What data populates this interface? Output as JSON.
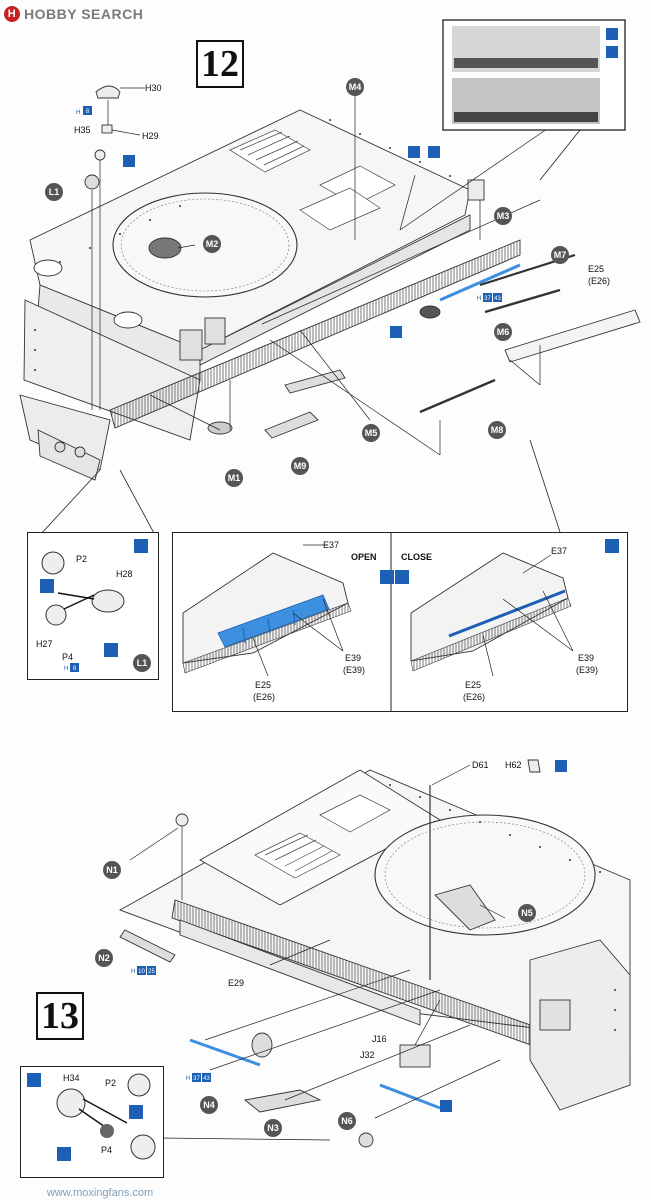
{
  "watermark": {
    "site": "HOBBY SEARCH",
    "bottom": "www.moxingfans.com"
  },
  "steps": {
    "s12": "12",
    "s13": "13"
  },
  "parts_step12": {
    "H30": "H30",
    "H35": "H35",
    "H29": "H29",
    "L1": "L1",
    "M2": "M2",
    "M4": "M4",
    "M3": "M3",
    "M7": "M7",
    "M6": "M6",
    "M5": "M5",
    "M1": "M1",
    "M9": "M9",
    "M8": "M8",
    "E25": "E25",
    "E26": "(E26)"
  },
  "inset_l1": {
    "P2": "P2",
    "H28": "H28",
    "H27": "H27",
    "P4": "P4",
    "L1": "L1"
  },
  "inset_open_close": {
    "open": "OPEN",
    "close": "CLOSE",
    "E37": "E37",
    "E39": "E39",
    "E39b": "(E39)",
    "E25": "E25",
    "E26": "(E26)"
  },
  "parts_step13": {
    "D61": "D61",
    "H62": "H62",
    "N1": "N1",
    "N2": "N2",
    "N5": "N5",
    "E29": "E29",
    "J16": "J16",
    "J32": "J32",
    "N4": "N4",
    "N3": "N3",
    "N6": "N6"
  },
  "inset_h34": {
    "H34": "H34",
    "P2": "P2",
    "P4": "P4"
  },
  "paint_refs": {
    "h8": "8",
    "h37": "37",
    "h43": "43",
    "h10": "10",
    "h25": "25"
  },
  "colors": {
    "accent_blue": "#1c5fb5",
    "part_blue": "#3d8fdf",
    "label_circle": "#555555"
  }
}
